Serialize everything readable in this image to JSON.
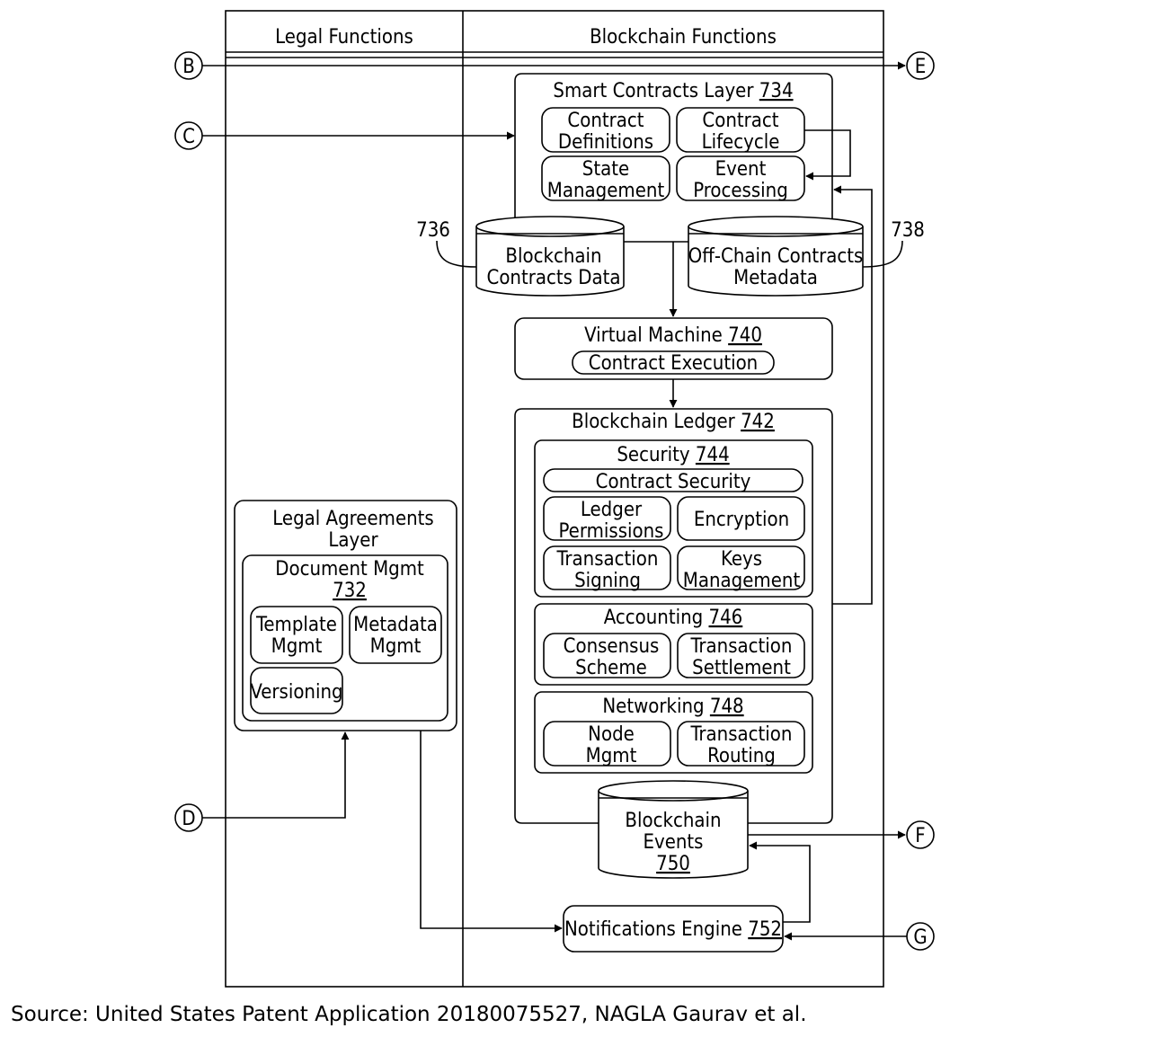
{
  "lanes": {
    "legal": "Legal Functions",
    "blockchain": "Blockchain Functions"
  },
  "connectors": {
    "b": "B",
    "c": "C",
    "d": "D",
    "e": "E",
    "f": "F",
    "g": "G"
  },
  "smart_contracts": {
    "title": "Smart Contracts Layer",
    "num": "734",
    "items": {
      "definitions": [
        "Contract",
        "Definitions"
      ],
      "lifecycle": [
        "Contract",
        "Lifecycle"
      ],
      "state": [
        "State",
        "Management"
      ],
      "event": [
        "Event",
        "Processing"
      ]
    }
  },
  "stores": {
    "chain_data": {
      "ref": "736",
      "lines": [
        "Blockchain",
        "Contracts Data"
      ]
    },
    "offchain": {
      "ref": "738",
      "lines": [
        "Off-Chain Contracts",
        "Metadata"
      ]
    },
    "events": {
      "lines": [
        "Blockchain",
        "Events"
      ],
      "num": "750"
    }
  },
  "vm": {
    "title": "Virtual Machine",
    "num": "740",
    "item": "Contract Execution"
  },
  "ledger": {
    "title": "Blockchain Ledger",
    "num": "742",
    "security": {
      "title": "Security",
      "num": "744",
      "wide": "Contract Security",
      "items": {
        "permissions": [
          "Ledger",
          "Permissions"
        ],
        "encryption": [
          "Encryption"
        ],
        "signing": [
          "Transaction",
          "Signing"
        ],
        "keys": [
          "Keys",
          "Management"
        ]
      }
    },
    "accounting": {
      "title": "Accounting",
      "num": "746",
      "items": {
        "consensus": [
          "Consensus",
          "Scheme"
        ],
        "settlement": [
          "Transaction",
          "Settlement"
        ]
      }
    },
    "networking": {
      "title": "Networking",
      "num": "748",
      "items": {
        "node": [
          "Node",
          "Mgmt"
        ],
        "routing": [
          "Transaction",
          "Routing"
        ]
      }
    }
  },
  "legal_layer": {
    "title": [
      "Legal Agreements",
      "Layer"
    ],
    "doc": {
      "title": "Document Mgmt",
      "num": "732"
    },
    "items": {
      "template": [
        "Template",
        "Mgmt"
      ],
      "metadata": [
        "Metadata",
        "Mgmt"
      ],
      "versioning": [
        "Versioning"
      ]
    }
  },
  "notifications": {
    "title": "Notifications Engine",
    "num": "752"
  },
  "caption": "Source: United States Patent Application 20180075527, NAGLA Gaurav et al."
}
